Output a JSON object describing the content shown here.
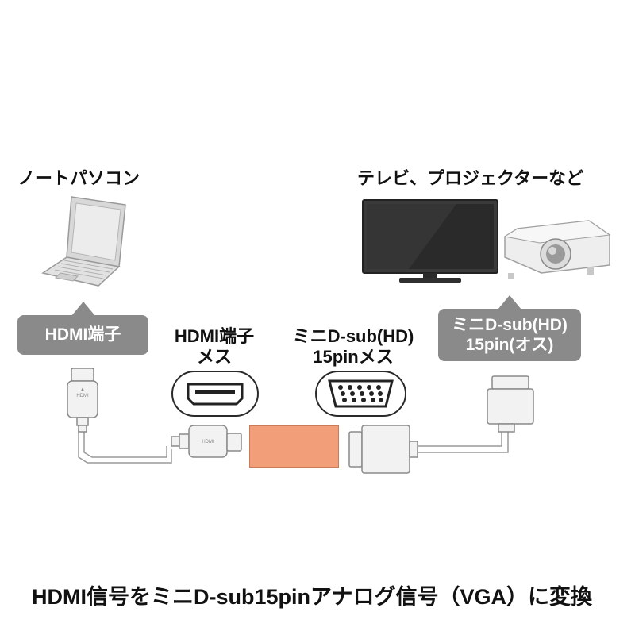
{
  "devices": {
    "laptop_label": "ノートパソコン",
    "display_label": "テレビ、プロジェクターなど"
  },
  "callouts": {
    "laptop_port": "HDMI端子",
    "display_port_line1": "ミニD-sub(HD)",
    "display_port_line2": "15pin(オス)"
  },
  "adapter_ports": {
    "hdmi_line1": "HDMI端子",
    "hdmi_line2": "メス",
    "vga_line1": "ミニD-sub(HD)",
    "vga_line2": "15pinメス"
  },
  "caption": "HDMI信号をミニD-sub15pinアナログ信号（VGA）に変換",
  "colors": {
    "callout_bg": "#8a8a8a",
    "adapter_body": "#f19e79",
    "cable": "#e6e6e6"
  }
}
